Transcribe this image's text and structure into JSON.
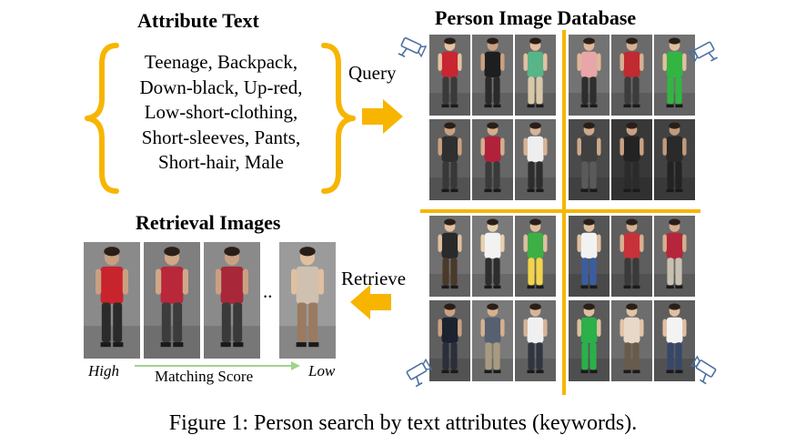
{
  "attribute_text": {
    "title": "Attribute Text",
    "lines": [
      "Teenage, Backpack,",
      "Down-black, Up-red,",
      "Low-short-clothing,",
      "Short-sleeves, Pants,",
      "Short-hair, Male"
    ]
  },
  "database": {
    "title": "Person Image Database"
  },
  "retrieval": {
    "title": "Retrieval Images",
    "ellipsis": "..",
    "high_label": "High",
    "low_label": "Low",
    "score_label": "Matching Score"
  },
  "arrows": {
    "query_label": "Query",
    "retrieve_label": "Retrieve"
  },
  "caption": "Figure 1: Person search by text attributes (keywords).",
  "colors": {
    "accent": "#f7b500",
    "score_arrow": "#9fd48a",
    "camera": "#4d6fa3"
  },
  "icons": [
    "camera-icon"
  ],
  "gallery": {
    "quadrants": [
      {
        "name": "top-left",
        "people": [
          [
            "#c82630",
            "#3a3a3a",
            "#e6c3a0",
            "#6b6b6b"
          ],
          [
            "#1e1e1e",
            "#2a2a2a",
            "#c9a182",
            "#707070"
          ],
          [
            "#58b588",
            "#d8c8a8",
            "#e3c0a0",
            "#6d6d6d"
          ],
          [
            "#2f2f2f",
            "#383838",
            "#c9a182",
            "#5f5f5f"
          ],
          [
            "#b0223a",
            "#3a3a3a",
            "#d5ad8e",
            "#666"
          ],
          [
            "#eeeeee",
            "#2d2d2d",
            "#d7b496",
            "#6a6a6a"
          ]
        ]
      },
      {
        "name": "top-right",
        "people": [
          [
            "#e8a6a8",
            "#2e2e2e",
            "#e0b898",
            "#737373"
          ],
          [
            "#c02a30",
            "#3c3c3c",
            "#d8b090",
            "#6a6a6a"
          ],
          [
            "#33b542",
            "#33b542",
            "#e0bfa0",
            "#727272"
          ],
          [
            "#404040",
            "#5a5a5a",
            "#ccaa8a",
            "#4a4a4a"
          ],
          [
            "#232323",
            "#2b2b2b",
            "#c9a182",
            "#383838"
          ],
          [
            "#2a2a2a",
            "#232323",
            "#c09a7a",
            "#424242"
          ]
        ]
      },
      {
        "name": "bottom-left",
        "people": [
          [
            "#2a2a2a",
            "#4a3a2a",
            "#e2c0a0",
            "#707070"
          ],
          [
            "#f2f2f2",
            "#2d2d2d",
            "#e8cfae",
            "#7a7a7a"
          ],
          [
            "#3cb045",
            "#f4d44a",
            "#e0bea0",
            "#6b6b6b"
          ],
          [
            "#1c2230",
            "#2b2f3a",
            "#c9a182",
            "#5f5f5f"
          ],
          [
            "#566070",
            "#a89a80",
            "#d6b090",
            "#7a7a7a"
          ],
          [
            "#f0f0f0",
            "#30363f",
            "#d7b496",
            "#6e6e6e"
          ]
        ]
      },
      {
        "name": "bottom-right",
        "people": [
          [
            "#f2f2f2",
            "#3b5da0",
            "#e0bfa0",
            "#555"
          ],
          [
            "#c7323a",
            "#3a3a3a",
            "#d8b090",
            "#5e5e5e"
          ],
          [
            "#b7253a",
            "#c8c0b0",
            "#d5ad8e",
            "#6a6a6a"
          ],
          [
            "#2bb04a",
            "#2bb04a",
            "#e0bfa0",
            "#5a5a5a"
          ],
          [
            "#e8d8c8",
            "#6a5a4a",
            "#e2c4a6",
            "#6d6d6d"
          ],
          [
            "#f3f3f3",
            "#36476a",
            "#e0bfa0",
            "#5e5e5e"
          ]
        ]
      }
    ]
  },
  "results": [
    [
      "#c8242e",
      "#2b2b2b",
      "#c8a080",
      "#8a8a8a"
    ],
    [
      "#b8283a",
      "#3c3c3c",
      "#d0a888",
      "#7f7f7f"
    ],
    [
      "#a8283a",
      "#3a3a3a",
      "#c9a182",
      "#8a8a8a"
    ],
    [
      "#d0c0b0",
      "#9a7a60",
      "#e0c0a0",
      "#9b9b9b"
    ]
  ]
}
